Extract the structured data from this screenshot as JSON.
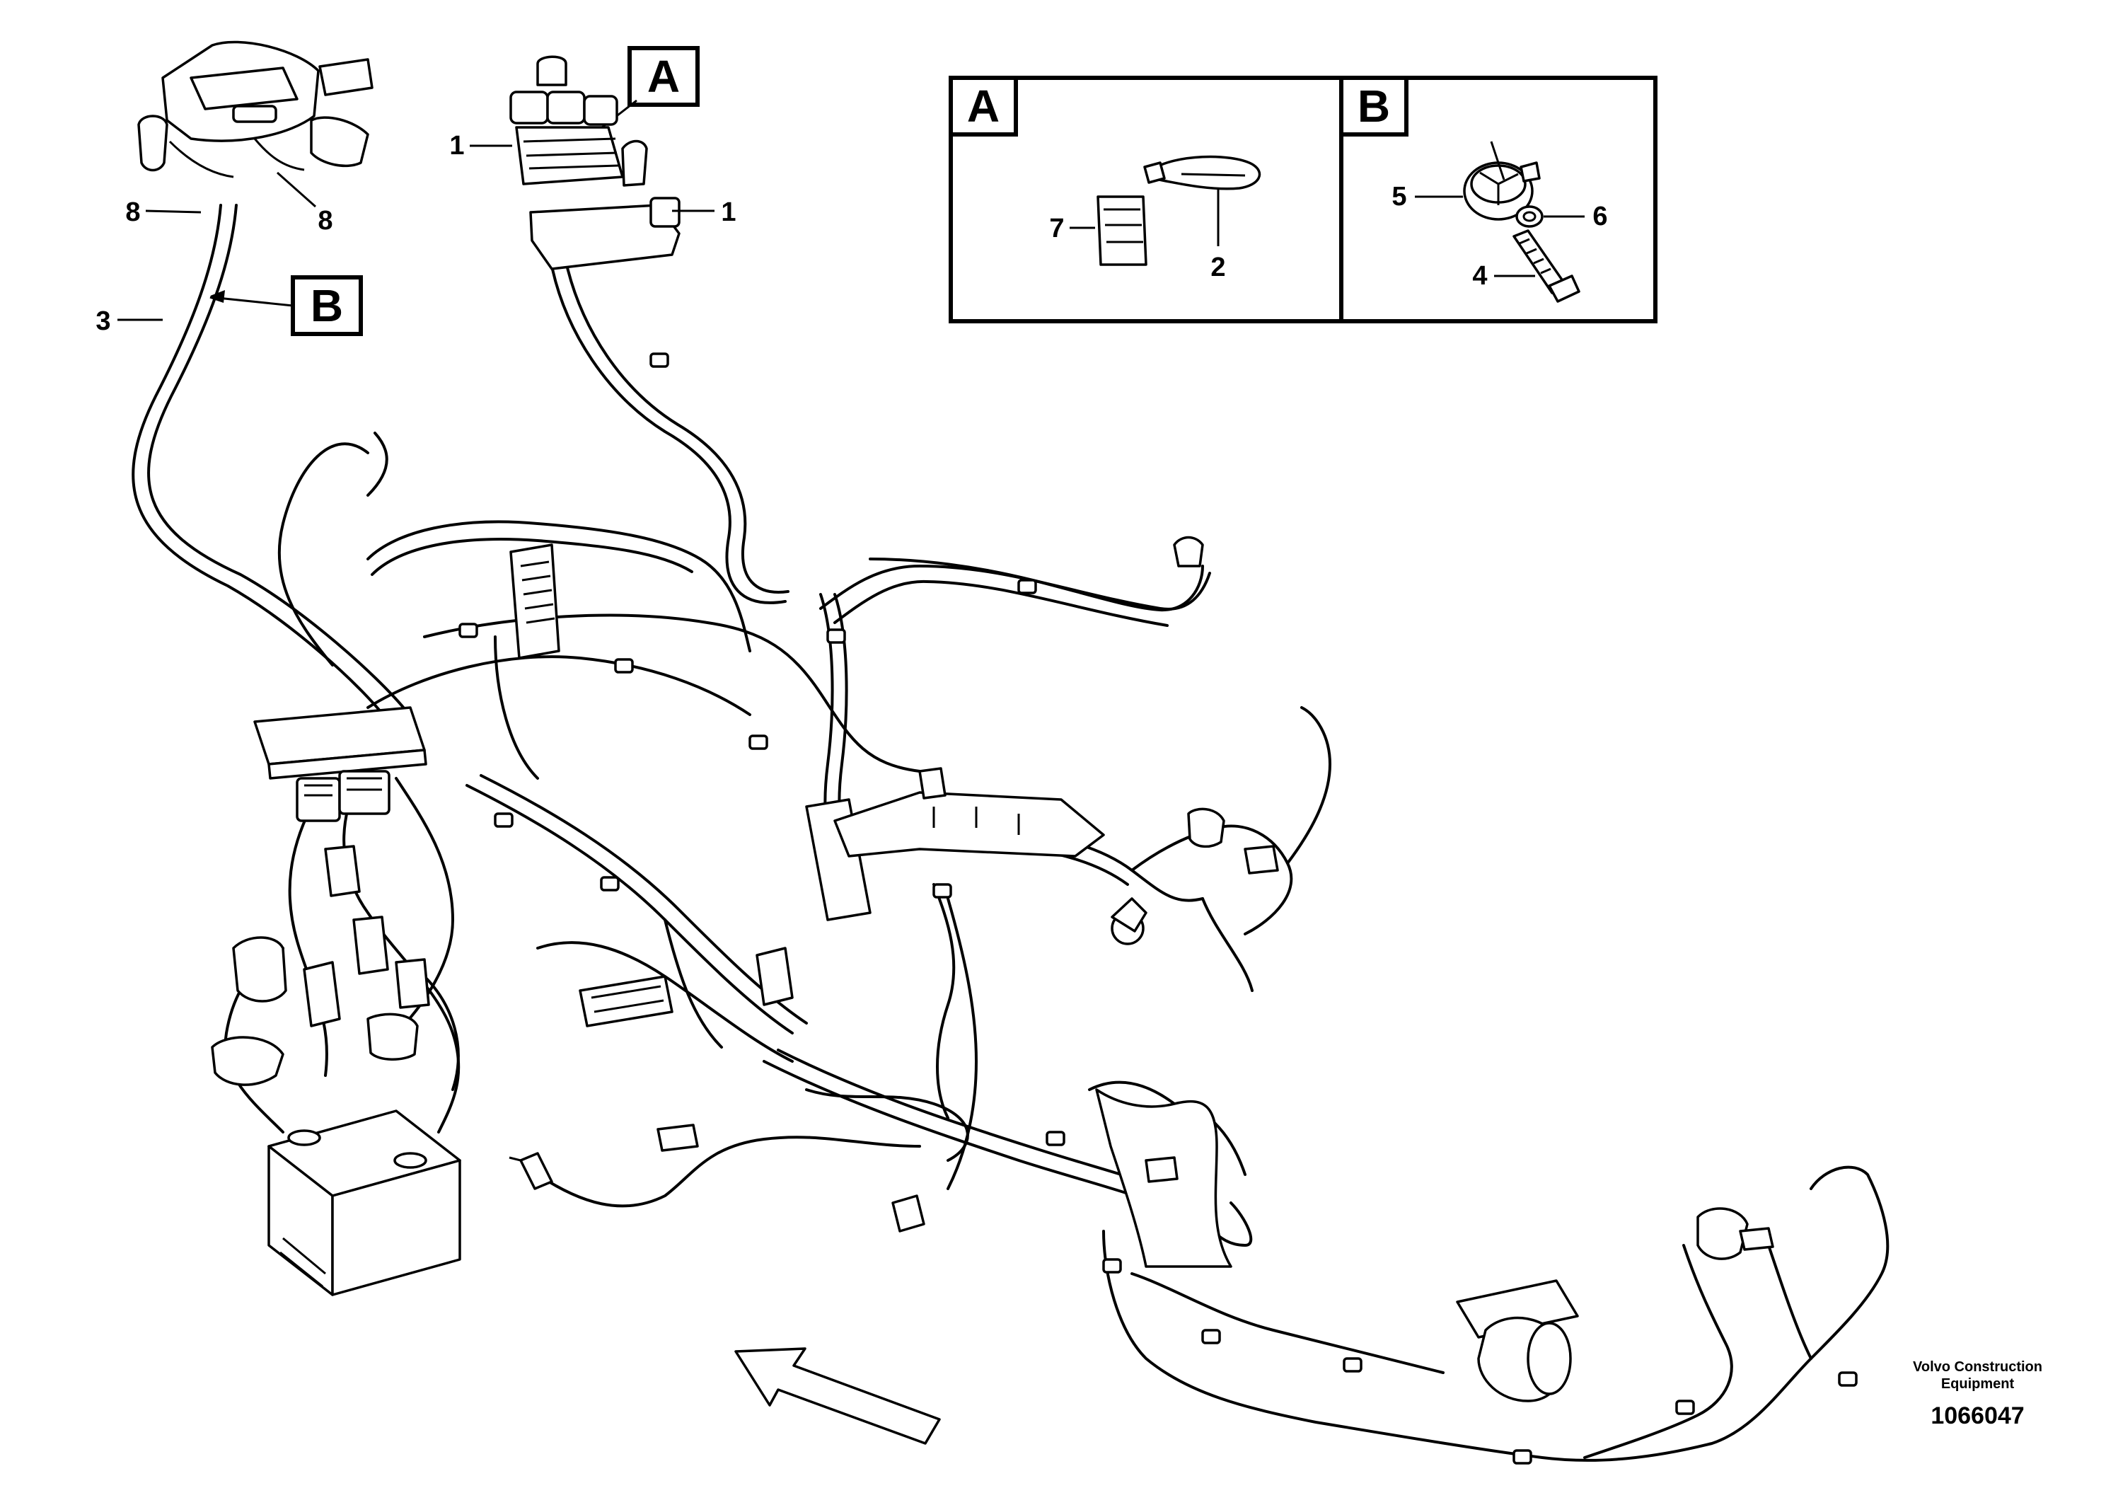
{
  "callouts": {
    "c1_top": "1",
    "c1_right": "1",
    "c8_left": "8",
    "c8_right": "8",
    "c3": "3",
    "c7": "7",
    "c2": "2",
    "c5": "5",
    "c6": "6",
    "c4": "4"
  },
  "view_labels": {
    "a_ref": "A",
    "b_ref": "B",
    "a_box": "A",
    "b_box": "B"
  },
  "footer": {
    "brand_line1": "Volvo Construction",
    "brand_line2": "Equipment",
    "drawing_number": "1066047"
  }
}
